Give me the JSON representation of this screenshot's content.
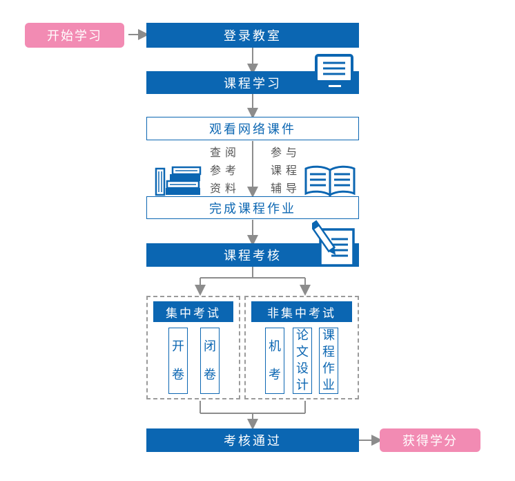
{
  "start": "开始学习",
  "steps": {
    "login": "登录教室",
    "study": "课程学习",
    "watch": "观看网络课件",
    "homework": "完成课程作业",
    "assess": "课程考核",
    "pass": "考核通过"
  },
  "side_notes": {
    "left": [
      "查阅",
      "参考",
      "资料"
    ],
    "right": [
      "参与",
      "课程",
      "辅导"
    ]
  },
  "exam_groups": {
    "central": {
      "title": "集中考试",
      "items": [
        {
          "chars": [
            "开",
            "卷"
          ]
        },
        {
          "chars": [
            "闭",
            "卷"
          ]
        }
      ]
    },
    "noncentral": {
      "title": "非集中考试",
      "items": [
        {
          "chars": [
            "机",
            "考"
          ]
        },
        {
          "chars": [
            "论",
            "文",
            "设",
            "计"
          ]
        },
        {
          "chars": [
            "课",
            "程",
            "作",
            "业"
          ]
        }
      ]
    }
  },
  "result": "获得学分",
  "colors": {
    "primary": "#0b66b2",
    "pink": "#f28bb3",
    "arrow": "#8c8c8c",
    "dash": "#9a9a9a"
  },
  "icons": [
    "laptop-icon",
    "books-stack-icon",
    "open-book-icon",
    "pen-paper-icon"
  ]
}
